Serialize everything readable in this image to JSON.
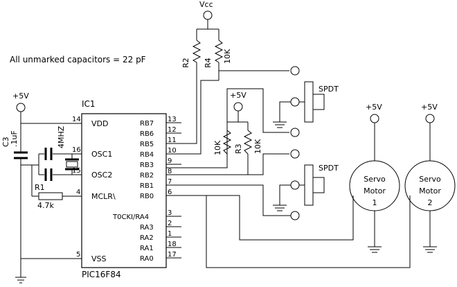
{
  "note": "All unmarked capacitors = 22 pF",
  "power": {
    "vcc": "Vcc",
    "v5_c3": "+5V",
    "v5_r3": "+5V",
    "v5_servo1": "+5V",
    "v5_servo2": "+5V"
  },
  "ic": {
    "designator": "IC1",
    "part": "PIC16F84",
    "left_pins": [
      {
        "num": "14",
        "name": "VDD"
      },
      {
        "num": "16",
        "name": "OSC1"
      },
      {
        "num": "15",
        "name": "OSC2"
      },
      {
        "num": "4",
        "name": "MCLR\\"
      },
      {
        "num": "5",
        "name": "VSS"
      }
    ],
    "right_pins": [
      {
        "num": "13",
        "name": "RB7"
      },
      {
        "num": "12",
        "name": "RB6"
      },
      {
        "num": "11",
        "name": "RB5"
      },
      {
        "num": "10",
        "name": "RB4"
      },
      {
        "num": "9",
        "name": "RB3"
      },
      {
        "num": "8",
        "name": "RB2"
      },
      {
        "num": "7",
        "name": "RB1"
      },
      {
        "num": "6",
        "name": "RB0"
      },
      {
        "num": "3",
        "name": "T0CKI/RA4"
      },
      {
        "num": "2",
        "name": "RA3"
      },
      {
        "num": "1",
        "name": "RA2"
      },
      {
        "num": "18",
        "name": "RA1"
      },
      {
        "num": "17",
        "name": "RA0"
      }
    ]
  },
  "components": {
    "c3_name": "C3",
    "c3_value": ".1uF",
    "crystal_value": "4MHZ",
    "r1_name": "R1",
    "r1_value": "4.7k",
    "r2_name": "R2",
    "r4_name": "R4",
    "r4_value": "10K",
    "r3_name": "R3",
    "r3_left_value": "10K",
    "r3_right_value": "10K"
  },
  "switches": [
    {
      "label": "SPDT"
    },
    {
      "label": "SPDT"
    }
  ],
  "servos": [
    {
      "line1": "Servo",
      "line2": "Motor",
      "line3": "1"
    },
    {
      "line1": "Servo",
      "line2": "Motor",
      "line3": "2"
    }
  ]
}
